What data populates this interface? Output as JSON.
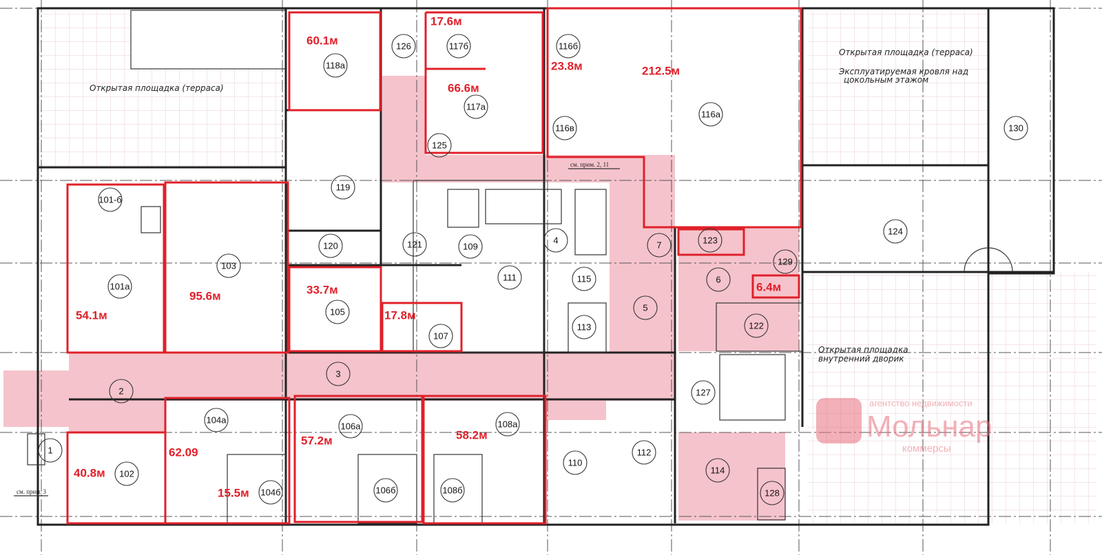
{
  "plan": {
    "rooms": [
      "118а",
      "126",
      "117б",
      "116б",
      "117а",
      "116в",
      "125",
      "116а",
      "130",
      "119",
      "101-б",
      "103",
      "101а",
      "120",
      "121",
      "109",
      "4",
      "7",
      "123",
      "124",
      "111",
      "115",
      "6",
      "129",
      "105",
      "107",
      "113",
      "5",
      "122",
      "2",
      "3",
      "127",
      "104а",
      "106а",
      "108а",
      "1",
      "102",
      "110",
      "112",
      "114",
      "104б",
      "106б",
      "108б",
      "128"
    ],
    "areas": [
      "60.1м",
      "17.6м",
      "23.8м",
      "212.5м",
      "66.6м",
      "54.1м",
      "95.6м",
      "33.7м",
      "17.8м",
      "6.4м",
      "40.8м",
      "62.09",
      "57.2м",
      "58.2м",
      "15.5м"
    ],
    "notes": {
      "terrace_left": "Открытая площадка (терраса)",
      "terrace_right": "Открытая площадка (терраса)",
      "roof_line1": "Эксплуатируемая кровля над",
      "roof_line2": "цокольным этажом",
      "yard_line1": "Открытая площадка",
      "yard_line2": "внутренний дворик",
      "ref_2_11": "см. прим. 2, 11",
      "ref_3": "см. прим. 3"
    },
    "watermark": {
      "top": "агентство недвижимости",
      "name": "Мольнар",
      "bottom": "коммерсы"
    },
    "colors": {
      "highlight": "#e0202a",
      "corridor": "#f5c3cb"
    }
  }
}
